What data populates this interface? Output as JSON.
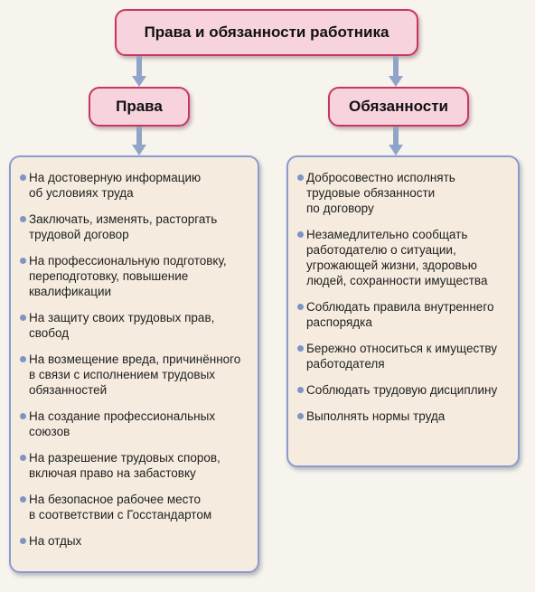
{
  "title": "Права и обязанности работника",
  "rights": {
    "heading": "Права",
    "items": [
      "На достоверную информацию\nоб условиях труда",
      "Заключать, изменять, расторгать\nтрудовой договор",
      "На профессиональную подготовку,\nпереподготовку, повышение\nквалификации",
      "На защиту своих трудовых прав,\nсвобод",
      "На возмещение вреда, причинённого\nв связи с исполнением трудовых\nобязанностей",
      "На создание профессиональных\nсоюзов",
      "На разрешение трудовых споров,\nвключая право на забастовку",
      "На безопасное рабочее место\nв соответствии с Госстандартом",
      "На отдых"
    ]
  },
  "duties": {
    "heading": "Обязанности",
    "items": [
      "Добросовестно исполнять\nтрудовые обязанности\nпо договору",
      "Незамедлительно сообщать\nработодателю о ситуации,\nугрожающей жизни, здоровью\nлюдей, сохранности имущества",
      "Соблюдать правила внутреннего\nраспорядка",
      "Бережно относиться к имуществу\nработодателя",
      "Соблюдать трудовую дисциплину",
      "Выполнять нормы труда"
    ]
  },
  "colors": {
    "heading_fill": "#f7d3de",
    "heading_border": "#c8375f",
    "panel_fill": "#f5ecdf",
    "panel_border": "#8a9ccf",
    "arrow": "#8fa4c6"
  }
}
